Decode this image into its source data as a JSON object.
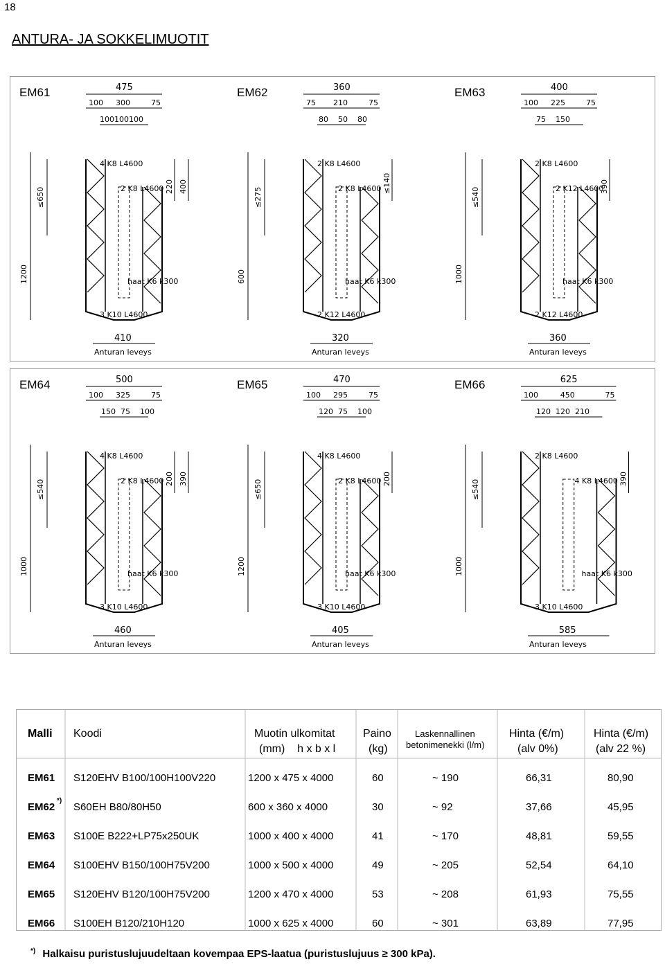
{
  "page_number": "18",
  "title": "ANTURA- JA SOKKELIMUOTIT",
  "drawings": [
    {
      "id": "EM61",
      "dims": {
        "total": "475",
        "parts": [
          "100",
          "300",
          "75"
        ],
        "sub": "100100100",
        "right": [
          "220",
          "400"
        ],
        "left": [
          "≤650",
          "1200"
        ],
        "bottom": "410"
      },
      "notes": [
        "4 K8 L4600",
        "2 K8 L4600",
        "haat K6 k300",
        "3 K10 L4600"
      ],
      "footing": "Anturan leveys"
    },
    {
      "id": "EM62",
      "dims": {
        "total": "360",
        "parts": [
          "75",
          "210",
          "75"
        ],
        "sub": [
          "80",
          "50",
          "80"
        ],
        "right": [
          "≤140"
        ],
        "left": [
          "≤275",
          "600"
        ],
        "bottom": "320"
      },
      "notes": [
        "2 K8 L4600",
        "2 K8 L4600",
        "haat K6 k300",
        "2 K12 L4600"
      ],
      "footing": "Anturan leveys"
    },
    {
      "id": "EM63",
      "dims": {
        "total": "400",
        "parts": [
          "100",
          "225",
          "75"
        ],
        "sub": [
          "75",
          "150"
        ],
        "right": [
          "390"
        ],
        "left": [
          "≤540",
          "1000"
        ],
        "bottom": "360"
      },
      "notes": [
        "2 K8 L4600",
        "2 K12 L4600",
        "haat K6 k300",
        "2 K12 L4600"
      ],
      "footing": "Anturan leveys"
    },
    {
      "id": "EM64",
      "dims": {
        "total": "500",
        "parts": [
          "100",
          "325",
          "75"
        ],
        "sub": [
          "150",
          "75",
          "100"
        ],
        "right": [
          "200",
          "390"
        ],
        "left": [
          "≤540",
          "1000"
        ],
        "bottom": "460"
      },
      "notes": [
        "4 K8 L4600",
        "2 K8 L4600",
        "haat K6 k300",
        "3 K10 L4600"
      ],
      "footing": "Anturan leveys"
    },
    {
      "id": "EM65",
      "dims": {
        "total": "470",
        "parts": [
          "100",
          "295",
          "75"
        ],
        "sub": [
          "120",
          "75",
          "100"
        ],
        "right": [
          "200"
        ],
        "left": [
          "≤650",
          "1200"
        ],
        "bottom": "405"
      },
      "notes": [
        "4 K8 L4600",
        "2 K8 L4600",
        "haat K6 k300",
        "3 K10 L4600"
      ],
      "footing": "Anturan leveys"
    },
    {
      "id": "EM66",
      "dims": {
        "total": "625",
        "parts": [
          "100",
          "450",
          "75"
        ],
        "sub": [
          "120",
          "120",
          "210"
        ],
        "right": [
          "390"
        ],
        "left": [
          "≤540",
          "1000"
        ],
        "bottom": "585"
      },
      "notes": [
        "2 K8 L4600",
        "4 K8 L4600",
        "haat K6 k300",
        "3 K10 L4600"
      ],
      "footing": "Anturan leveys"
    }
  ],
  "table": {
    "headers": {
      "malli": "Malli",
      "koodi": "Koodi",
      "muotin_1": "Muotin ulkomitat",
      "muotin_2": "(mm)    h x b x l",
      "paino_1": "Paino",
      "paino_2": "(kg)",
      "betoni_1": "Laskennallinen",
      "betoni_2": "betonimenekki (l/m)",
      "hinta0_1": "Hinta (€/m)",
      "hinta0_2": "(alv 0%)",
      "hinta22_1": "Hinta (€/m)",
      "hinta22_2": "(alv 22 %)"
    },
    "rows": [
      {
        "malli": "EM61",
        "mark": "",
        "koodi": "S120EHV B100/100H100V220",
        "mitat": "1200 x 475 x 4000",
        "paino": "60",
        "betoni": "~ 190",
        "hinta0": "66,31",
        "hinta22": "80,90"
      },
      {
        "malli": "EM62",
        "mark": "*)",
        "koodi": "S60EH B80/80H50",
        "mitat": "600 x 360 x 4000",
        "paino": "30",
        "betoni": "~ 92",
        "hinta0": "37,66",
        "hinta22": "45,95"
      },
      {
        "malli": "EM63",
        "mark": "",
        "koodi": "S100E B222+LP75x250UK",
        "mitat": "1000 x 400 x 4000",
        "paino": "41",
        "betoni": "~ 170",
        "hinta0": "48,81",
        "hinta22": "59,55"
      },
      {
        "malli": "EM64",
        "mark": "",
        "koodi": "S100EHV B150/100H75V200",
        "mitat": "1000 x 500 x 4000",
        "paino": "49",
        "betoni": "~ 205",
        "hinta0": "52,54",
        "hinta22": "64,10"
      },
      {
        "malli": "EM65",
        "mark": "",
        "koodi": "S120EHV B120/100H75V200",
        "mitat": "1200 x 470 x 4000",
        "paino": "53",
        "betoni": "~ 208",
        "hinta0": "61,93",
        "hinta22": "75,55"
      },
      {
        "malli": "EM66",
        "mark": "",
        "koodi": "S100EH B120/210H120",
        "mitat": "1000 x 625 x 4000",
        "paino": "60",
        "betoni": "~ 301",
        "hinta0": "63,89",
        "hinta22": "77,95"
      }
    ]
  },
  "footnote": {
    "mark": "*)",
    "text": "Halkaisu puristuslujuudeltaan kovempaa EPS-laatua (puristuslujuus ≥ 300 kPa)."
  }
}
